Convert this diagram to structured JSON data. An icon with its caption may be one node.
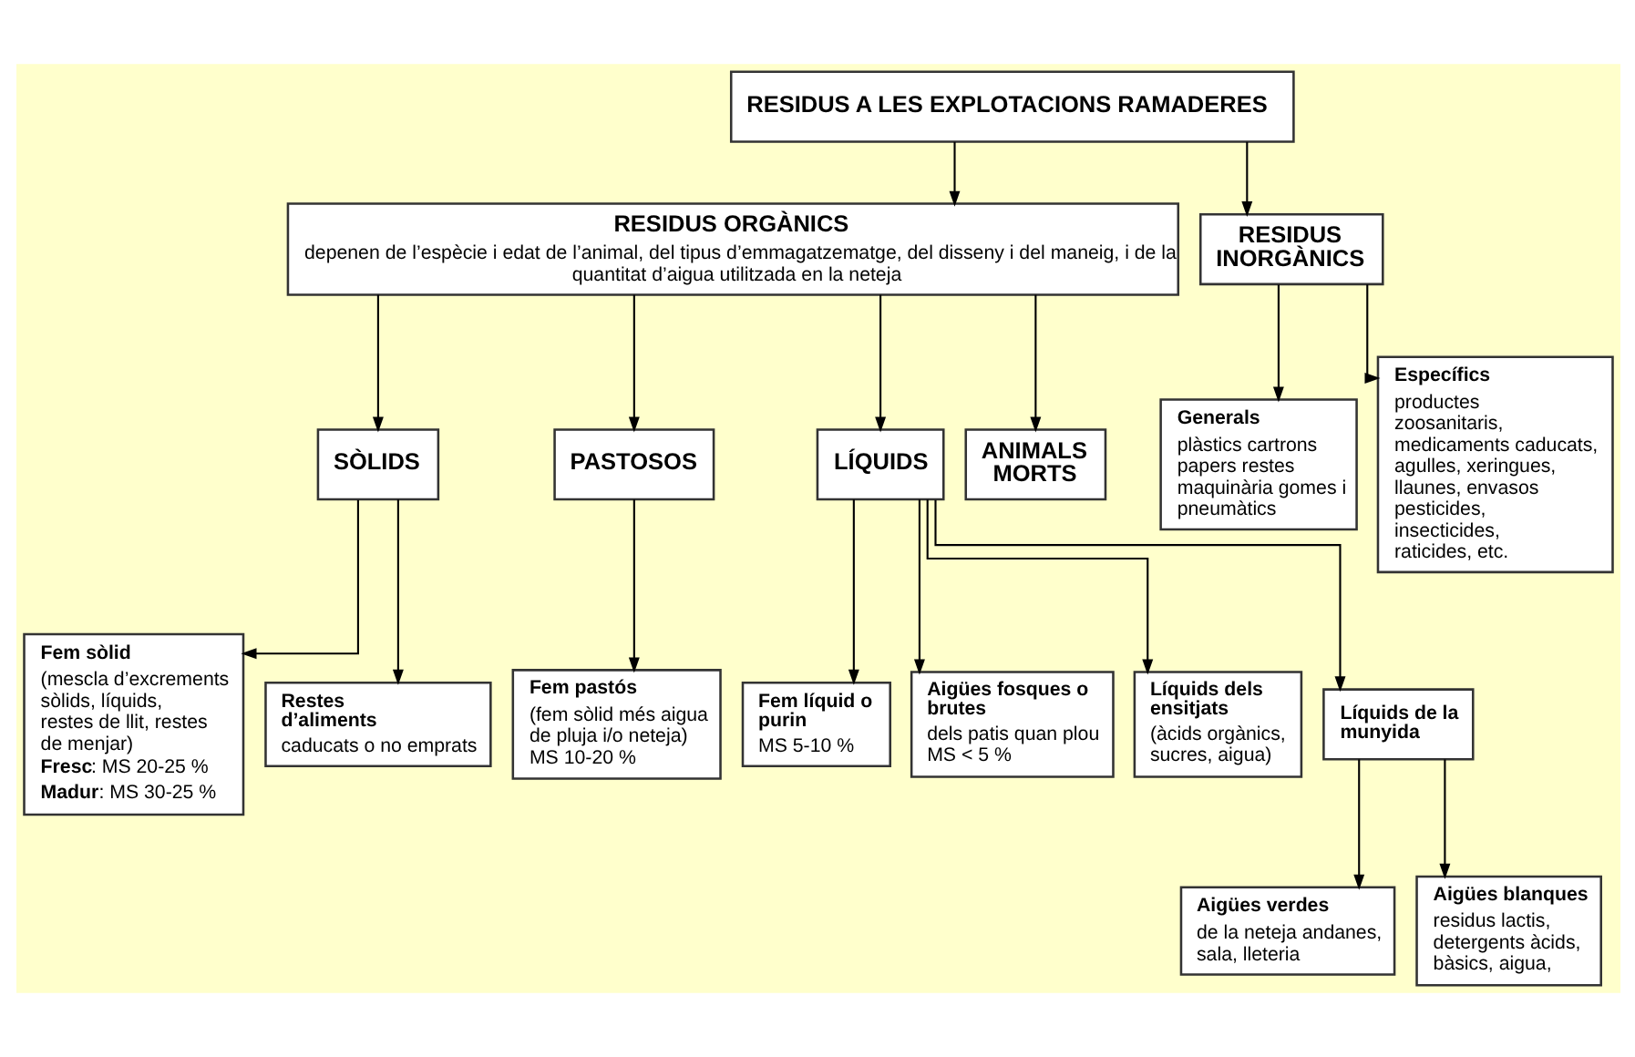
{
  "diagram": {
    "nodes": [
      {
        "text": [
          "RESIDUS A LES EXPLOTACIONS RAMADERES"
        ]
      },
      {
        "text": [
          "RESIDUS ORGÀNICS",
          "depenen de l’espècie i edat de l’animal, del tipus d’emmagatzematge, del disseny i del maneig, i de la quantitat d’aigua utilitzada en la neteja"
        ]
      },
      {
        "text": [
          "RESIDUS INORGÀNICS"
        ]
      },
      {
        "text": [
          "SÒLIDS"
        ]
      },
      {
        "text": [
          "PASTOSOS"
        ]
      },
      {
        "text": [
          "LÍQUIDS"
        ]
      },
      {
        "text": [
          "ANIMALS MORTS"
        ]
      },
      {
        "text": [
          "Fem sòlid",
          "(mescla d’excrements sòlids, líquids, restes de llit, restes de menjar)",
          "**Fresc**: MS 20-25 %",
          "**Madur**: MS 30-25 %"
        ]
      },
      {
        "text": [
          "Restes d’aliments",
          "caducats o no emprats"
        ]
      },
      {
        "text": [
          "Fem pastós",
          "(fem sòlid més aigua de pluja i/o neteja) MS 10-20 %"
        ]
      },
      {
        "text": [
          "Fem líquid o purin",
          "MS 5-10 %"
        ]
      },
      {
        "text": [
          "Aigües fosques o brutes",
          "dels patis quan plou MS < 5 %"
        ]
      },
      {
        "text": [
          "Líquids dels ensitjats",
          "(àcids orgànics, sucres, aigua)"
        ]
      },
      {
        "text": [
          "Líquids de la munyida"
        ]
      },
      {
        "text": [
          "Aigües verdes",
          "de la neteja andanes, sala, lleteria"
        ]
      },
      {
        "text": [
          "Aigües blanques",
          "residus lactis, detergents àcids, bàsics, aigua,"
        ]
      },
      {
        "text": [
          "Generals",
          "plàstics cartrons papers restes maquinària gomes i pneumàtics"
        ]
      },
      {
        "text": [
          "Específics",
          "productes zoosanitaris, medicaments caducats, agulles, xeringues, llaunes, envasos pesticides, insecticides, raticides, etc."
        ]
      }
    ],
    "edges": [
      {
        "from": 0,
        "to": 1,
        "arrow": "to"
      },
      {
        "from": 0,
        "to": 2,
        "arrow": "to"
      },
      {
        "from": 1,
        "to": 3,
        "arrow": "to"
      },
      {
        "from": 1,
        "to": 4,
        "arrow": "to"
      },
      {
        "from": 1,
        "to": 5,
        "arrow": "to"
      },
      {
        "from": 1,
        "to": 6,
        "arrow": "to"
      },
      {
        "from": 3,
        "to": 7,
        "arrow": "to"
      },
      {
        "from": 3,
        "to": 8,
        "arrow": "to"
      },
      {
        "from": 4,
        "to": 9,
        "arrow": "to"
      },
      {
        "from": 5,
        "to": 10,
        "arrow": "to"
      },
      {
        "from": 5,
        "to": 11,
        "arrow": "to"
      },
      {
        "from": 5,
        "to": 12,
        "arrow": "to"
      },
      {
        "from": 5,
        "to": 13,
        "arrow": "to"
      },
      {
        "from": 13,
        "to": 14,
        "arrow": "to"
      },
      {
        "from": 13,
        "to": 15,
        "arrow": "to"
      },
      {
        "from": 2,
        "to": 16,
        "arrow": "to"
      },
      {
        "from": 2,
        "to": 17,
        "arrow": "to"
      }
    ]
  }
}
